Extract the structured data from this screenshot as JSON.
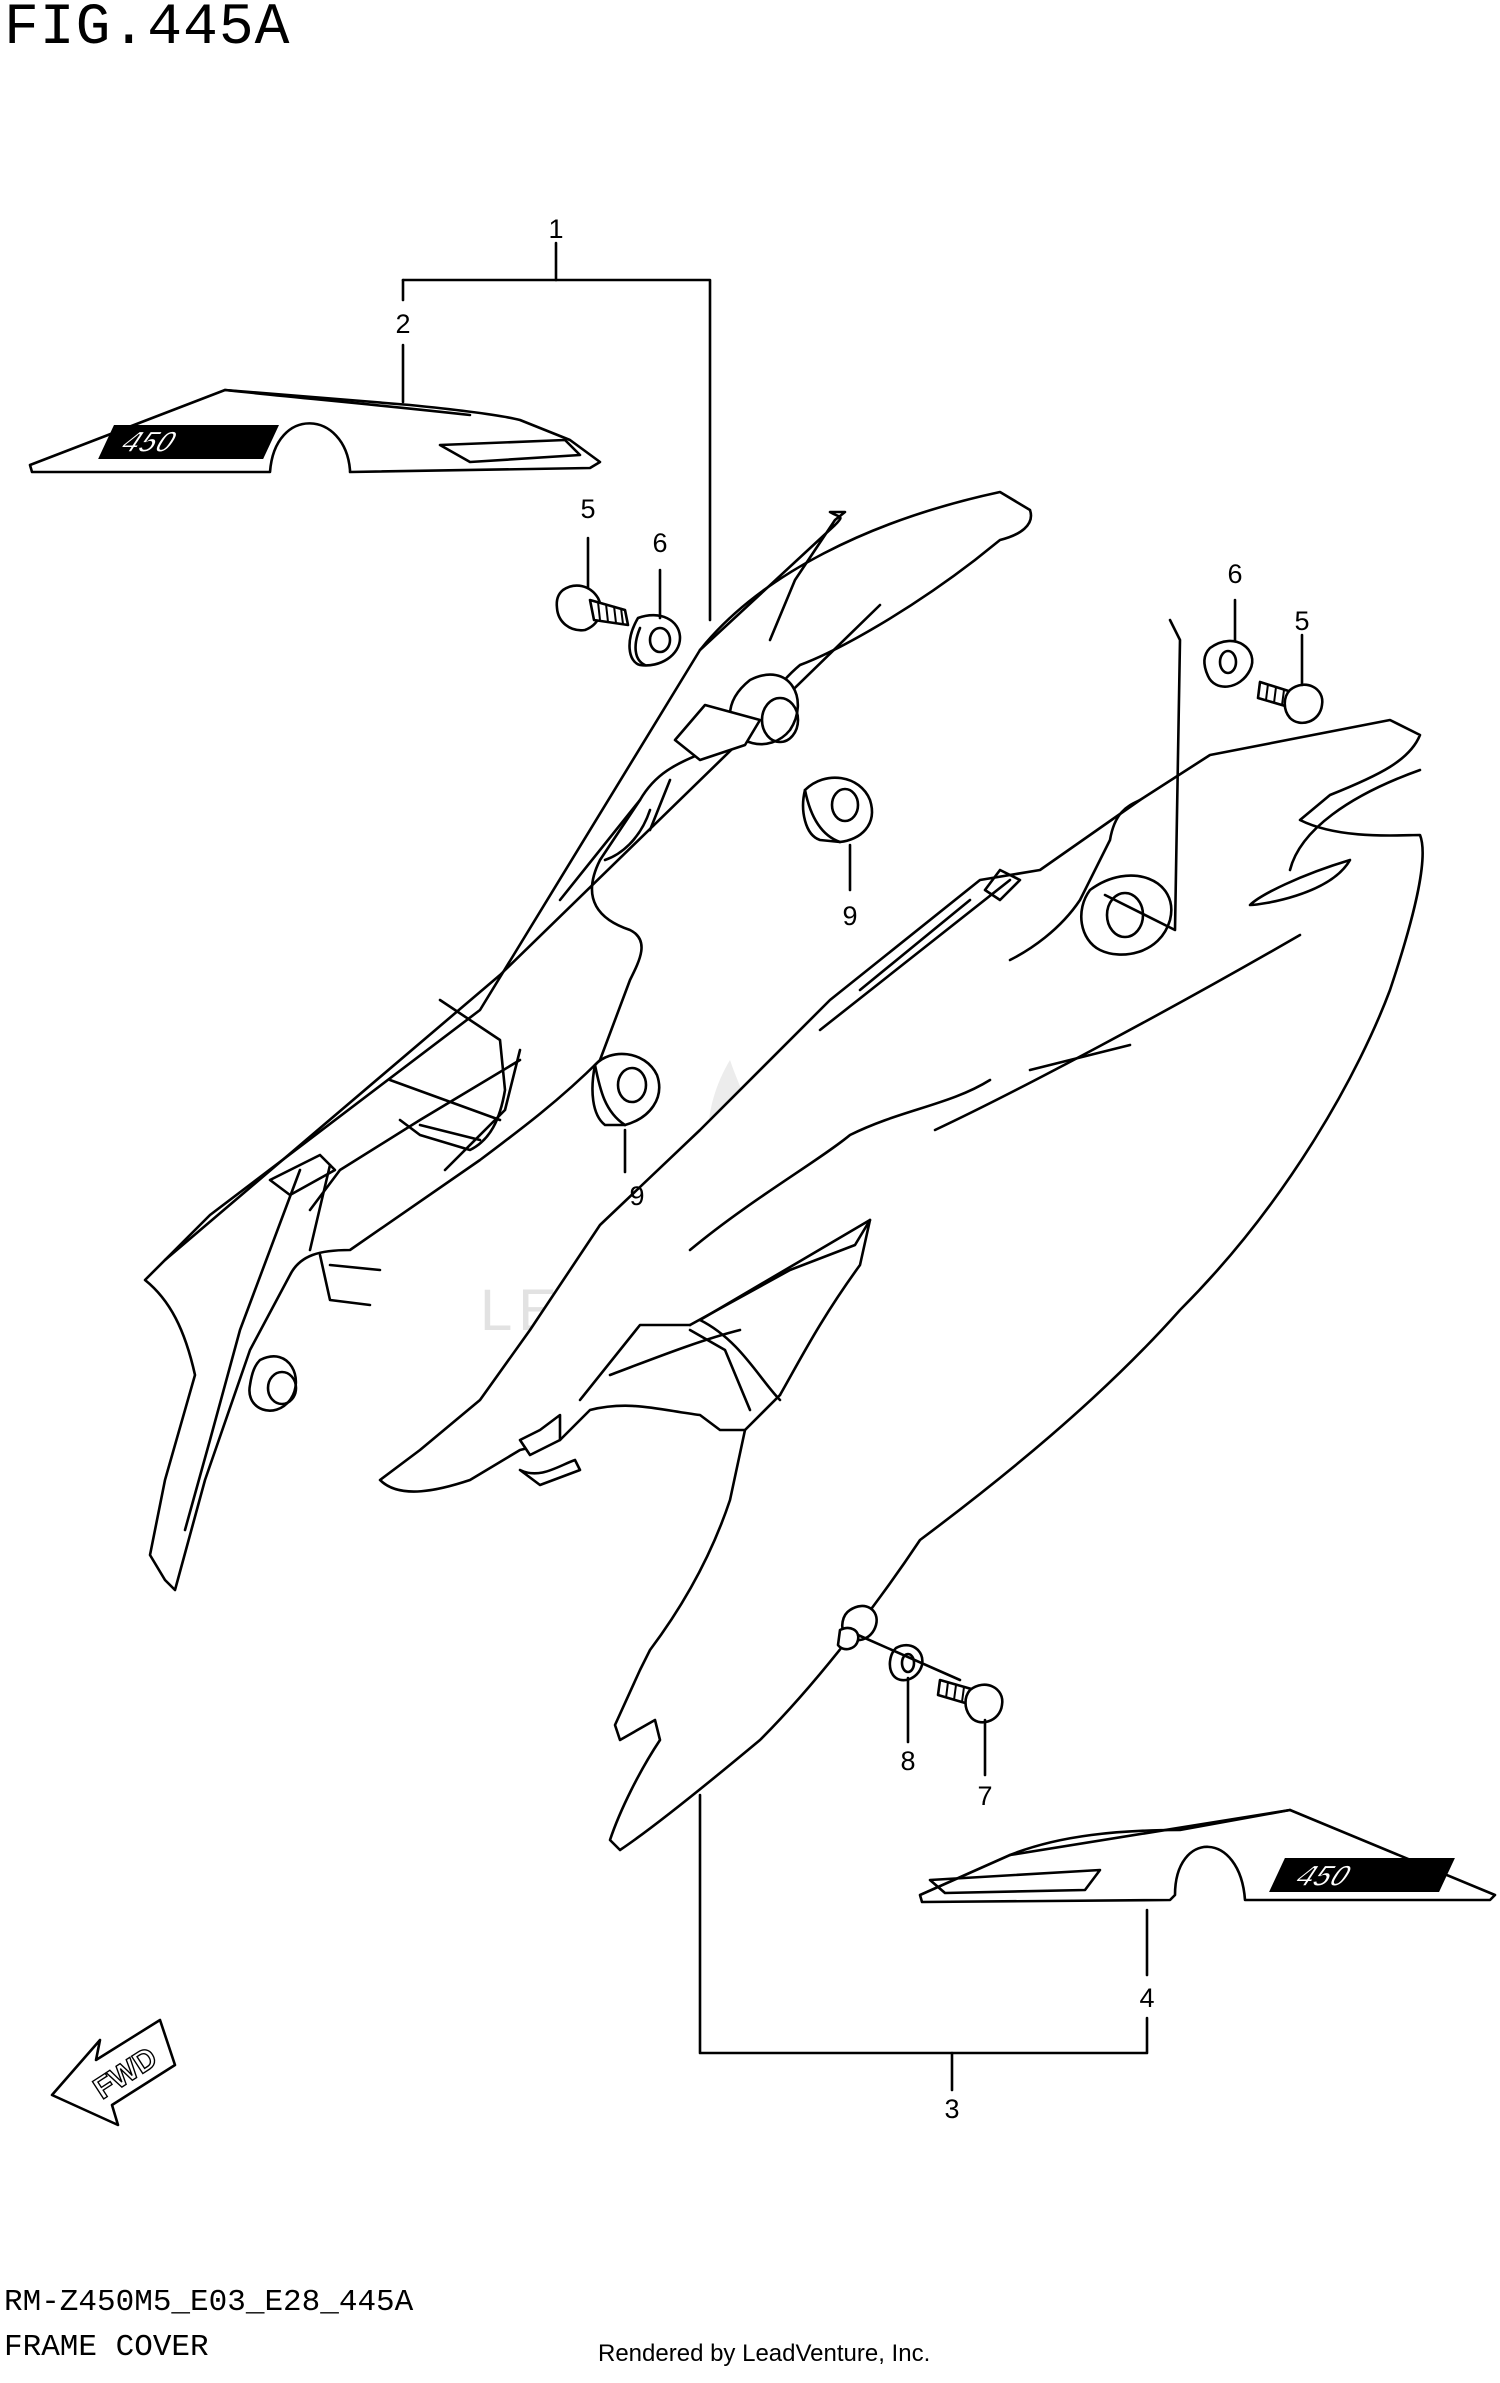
{
  "figure": {
    "title": "FIG.445A",
    "model_code": "RM-Z450M5_E03_E28_445A",
    "section_name": "FRAME COVER",
    "credit": "Rendered by LeadVenture, Inc."
  },
  "watermark": "LEADVENTURE",
  "fwd_label": "FWD",
  "decal_text": "450",
  "callouts": {
    "c1": "1",
    "c2": "2",
    "c3": "3",
    "c4": "4",
    "c5a": "5",
    "c5b": "5",
    "c6a": "6",
    "c6b": "6",
    "c7": "7",
    "c8": "8",
    "c9a": "9",
    "c9b": "9"
  }
}
